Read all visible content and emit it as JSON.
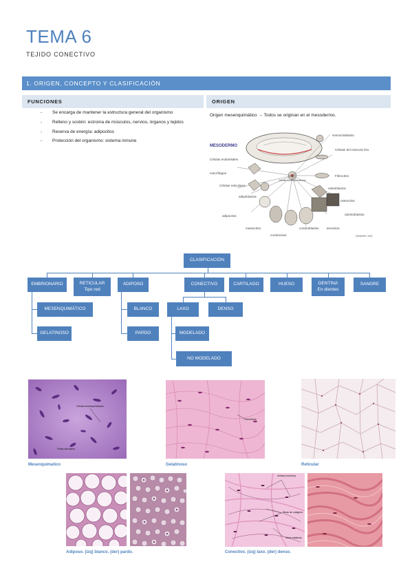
{
  "header": {
    "title": "TEMA 6",
    "subtitle": "TEJIDO CONECTIVO"
  },
  "section": {
    "title": "1. ORIGEN, CONCEPTO Y CLASIFICACIÓN"
  },
  "funciones": {
    "heading": "FUNCIONES",
    "items": [
      "Se encarga de mantener la estructura general del organismo",
      "Relleno y sostén: estroma de músculos, nervios, órganos y tejidos",
      "Reserva de energía: adipocitos",
      "Protección del organismo: sistema inmune"
    ]
  },
  "origen": {
    "heading": "ORIGEN",
    "text": "Origen mesenquimático → Todos se originan en el mesodermo.",
    "figure": {
      "mesodermo": "MESODERMO",
      "labels": [
        "Hemocitoblasto",
        "Células del músculo liso",
        "Células endoteliales",
        "macrófagos",
        "Fibrocitos",
        "Células reticulares",
        "Células mesenquimatosas",
        "adipoblastos",
        "osteoblastos",
        "osteocitos",
        "adipocitos",
        "odontoblastos",
        "mastocitos",
        "condroblastos",
        "condrocitos",
        "tenocitos"
      ],
      "credit": "GENESER, 2000"
    }
  },
  "clasificacion": {
    "root": "CLASIFICACIÓN",
    "embrionario": "EMBRIONARIO",
    "mesenquimatico": "MESENQUIMÁTICO",
    "gelatinoso": "GELATINOSO",
    "reticular_1": "RETICULAR",
    "reticular_2": "Tipo red",
    "adiposo": "ADIPOSO",
    "blanco": "BLANCO",
    "pardo": "PARDO",
    "conectivo": "CONECTIVO",
    "laxo": "LAXO",
    "denso": "DENSO",
    "modelado": "MODELADO",
    "no_modelado": "NO MODELADO",
    "cartilago": "CARTILAGO",
    "hueso": "HUESO",
    "dentina_1": "DENTINA",
    "dentina_2": "En dientes",
    "sangre": "SANGRE"
  },
  "micrographs": {
    "mesenquimatico": {
      "caption": "Mesenquimatico",
      "label_1": "Células mesenquimatosas",
      "label_2": "Fibras reticulares"
    },
    "gelatinoso": {
      "caption": "Gelatinoso",
      "label_1": "Fibroblasto"
    },
    "reticular": {
      "caption": "Reticular"
    },
    "adiposo": {
      "caption": "Adiposo. (izq) blanco. (der) pardo."
    },
    "conectivo": {
      "caption": "Conectivo. (izq) laxo. (der) denso.",
      "label_1": "células (núcleos)",
      "label_2": "fibras de colágeno",
      "label_3": "fibras elásticas"
    }
  },
  "colors": {
    "accent": "#4f81bd",
    "section_bar": "#5b8fc9",
    "header_fill": "#dce6f1"
  }
}
